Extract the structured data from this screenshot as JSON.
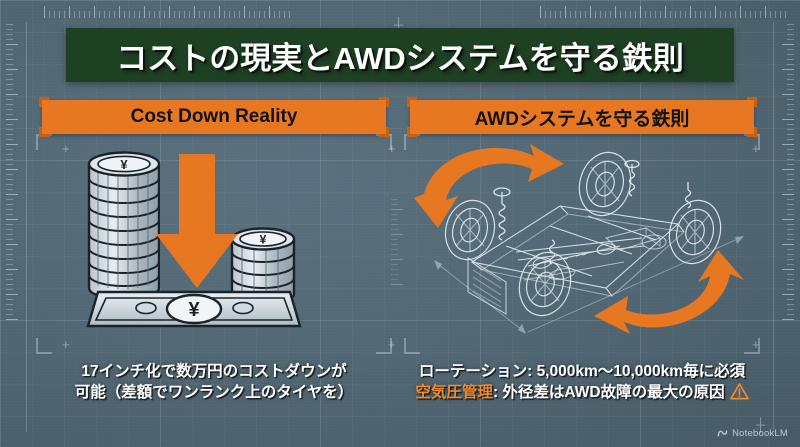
{
  "colors": {
    "background": "#546a78",
    "title_banner": "#1e4023",
    "accent_orange": "#e87722",
    "header_text": "#121212",
    "caption_text": "#ffffff",
    "caption_accent": "#ef8a2b",
    "blueprint_line": "#dbe7ee"
  },
  "title": {
    "text": "コストの現実とAWDシステムを守る鉄則"
  },
  "panels": [
    {
      "id": "cost-down-reality",
      "header": "Cost Down Reality",
      "illustration": "yen-coin-stacks-down-arrow",
      "caption_lines": [
        {
          "text": "17インチ化で数万円のコストダウンが",
          "accent": ""
        },
        {
          "text": "可能（差額でワンランク上のタイヤを）",
          "accent": ""
        }
      ],
      "warning": false
    },
    {
      "id": "awd-protection-rules",
      "header": "AWDシステムを守る鉄則",
      "illustration": "car-chassis-blueprint-rotation-arrows",
      "caption_lines": [
        {
          "text": "ローテーション: 5,000km〜10,000km毎に必須",
          "accent": ""
        },
        {
          "text": ": 外径差はAWD故障の最大の原因",
          "accent": "空気圧管理"
        }
      ],
      "warning": true,
      "warning_icon": "warning-triangle-icon"
    }
  ],
  "watermark": {
    "label": "NotebookLM",
    "icon": "notebooklm-icon"
  }
}
